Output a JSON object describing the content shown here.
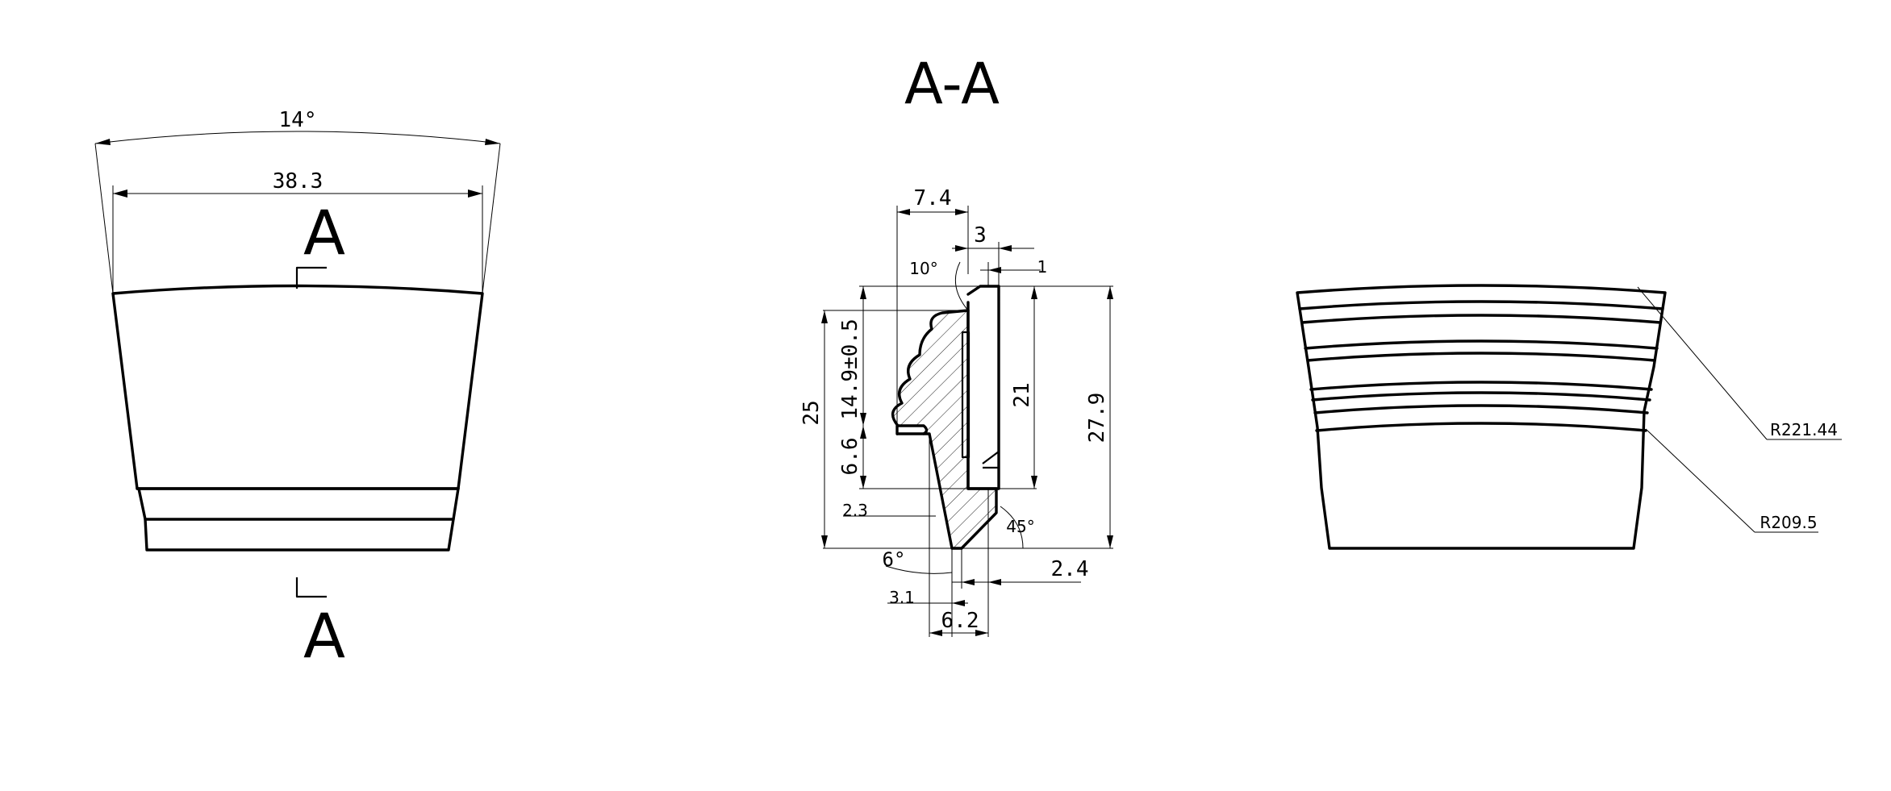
{
  "section_title": "A-A",
  "view_left": {
    "angle_label": "14°",
    "width_label": "38.3",
    "cut_label_top": "A",
    "cut_label_bottom": "A"
  },
  "view_section": {
    "dims": {
      "d_7_4": "7.4",
      "d_3": "3",
      "d_1": "1",
      "a_10": "10°",
      "d_25": "25",
      "d_14_9": "14.9±0.5",
      "d_6_6": "6.6",
      "d_2_3": "2.3",
      "a_6": "6°",
      "d_3_1": "3.1",
      "d_6_2": "6.2",
      "d_2_4": "2.4",
      "a_45": "45°",
      "d_21": "21",
      "d_27_9": "27.9"
    }
  },
  "view_right": {
    "radius_outer": "R221.44",
    "radius_inner": "R209.5"
  }
}
